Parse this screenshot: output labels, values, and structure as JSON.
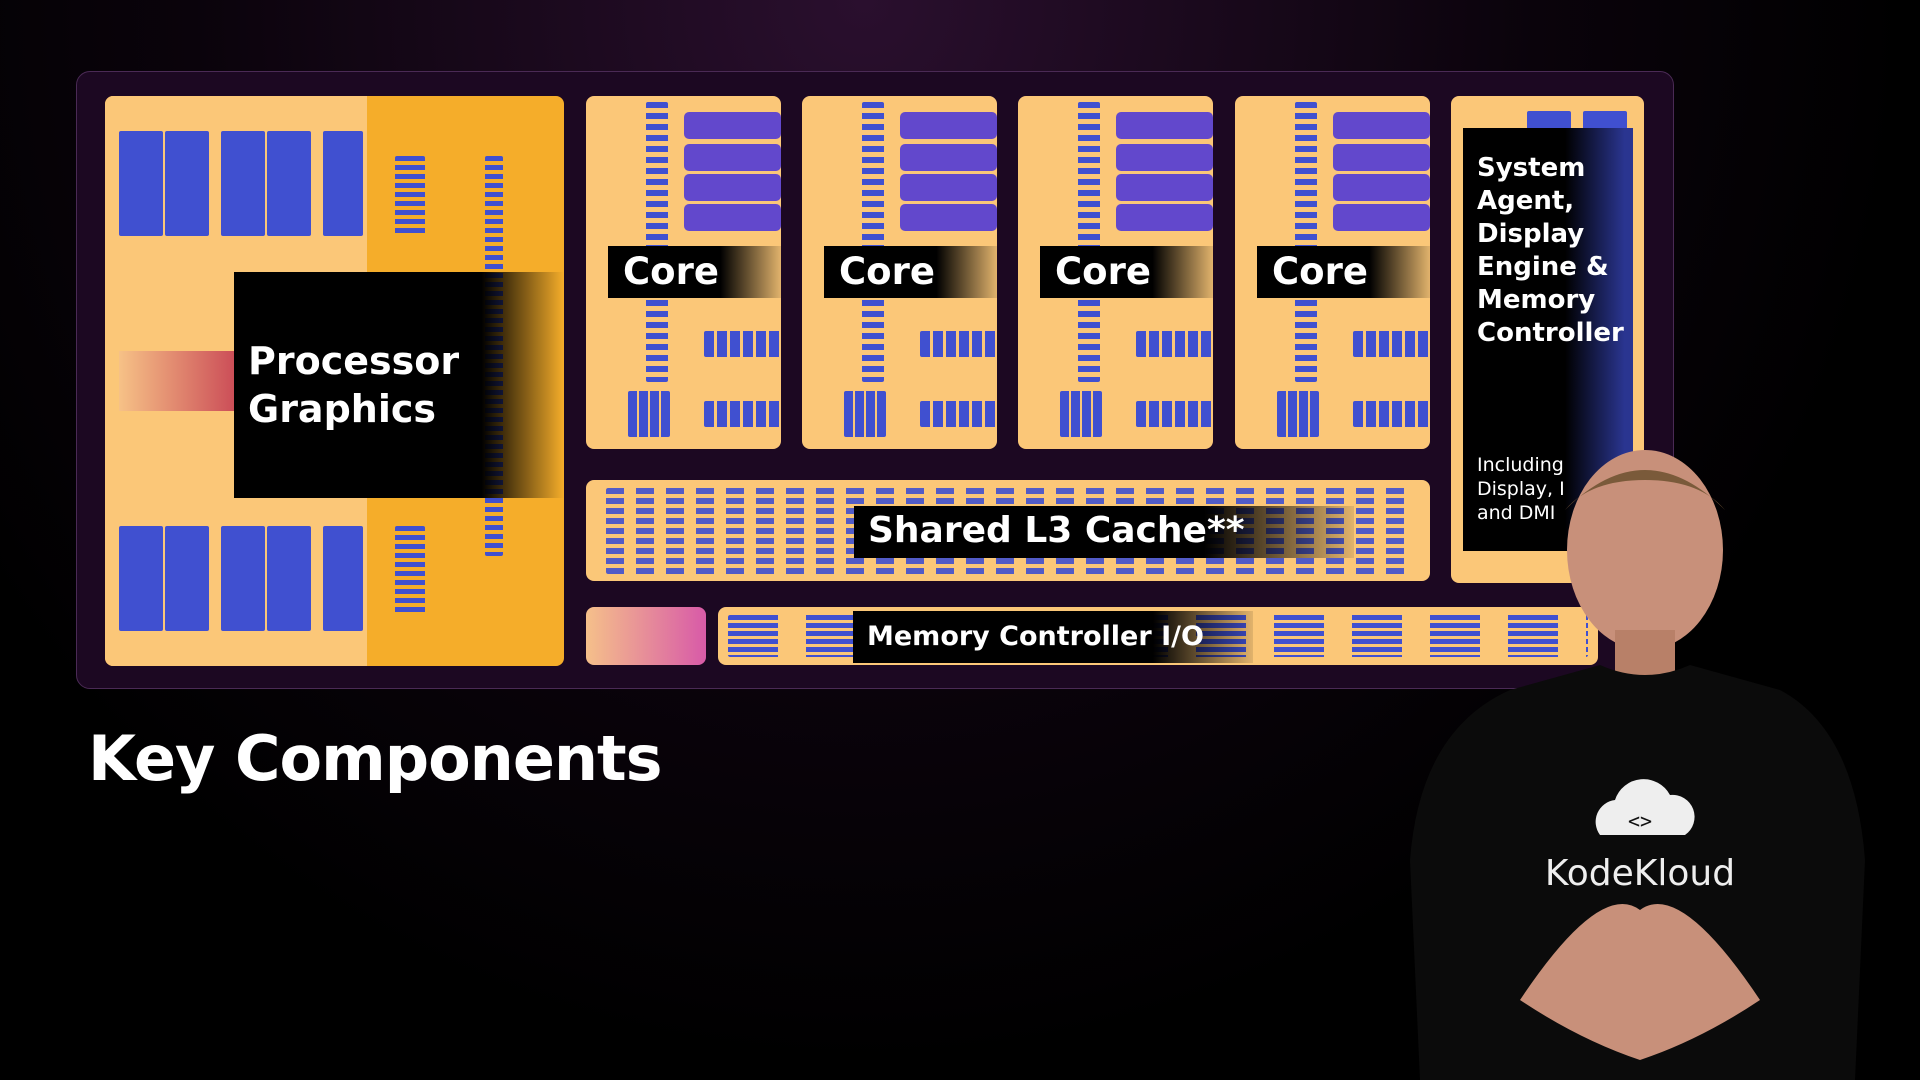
{
  "diagram": {
    "processor_graphics": "Processor Graphics",
    "cores": [
      "Core",
      "Core",
      "Core",
      "Core"
    ],
    "system_agent": {
      "title": "System Agent, Display Engine & Memory Controller",
      "subtitle_lines": [
        "Including",
        "Display, I",
        "and DMI"
      ]
    },
    "l3_cache": "Shared L3 Cache**",
    "memory_io": "Memory Controller I/O"
  },
  "slide_title": "Key Components",
  "presenter": {
    "shirt_brand": "KodeKloud"
  },
  "colors": {
    "die_orange": "#f5ad2a",
    "die_light": "#fbc778",
    "block_blue": "#4050d0",
    "block_purple": "#6248cc",
    "background": "#000000"
  }
}
